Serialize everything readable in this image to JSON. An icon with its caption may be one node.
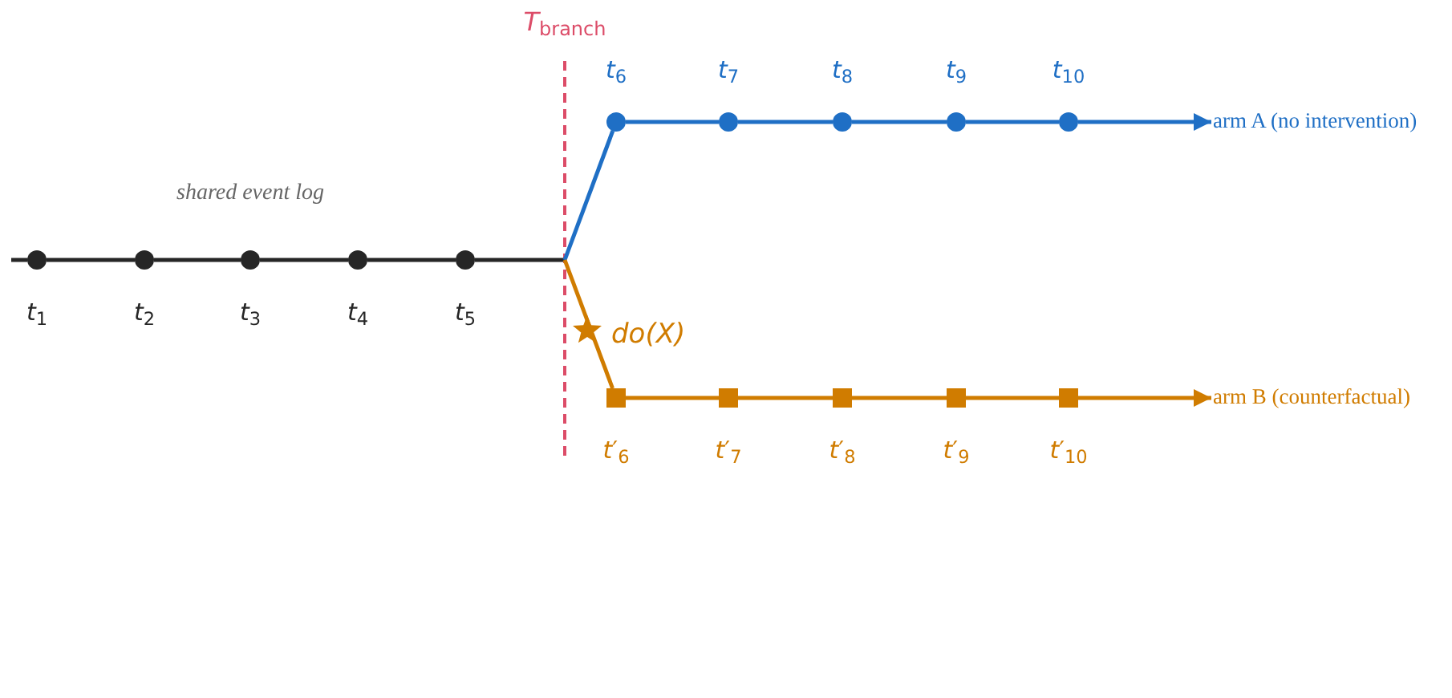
{
  "diagram": {
    "nodes": [
      {
        "text": [],
        "shape": "circle",
        "beside": [
          "*t*$_{1}$"
        ]
      },
      {
        "text": [],
        "shape": "circle",
        "beside": [
          "*t*$_{2}$"
        ]
      },
      {
        "text": [],
        "shape": "circle",
        "beside": [
          "*t*$_{3}$"
        ]
      },
      {
        "text": [],
        "shape": "circle",
        "beside": [
          "*t*$_{4}$"
        ]
      },
      {
        "text": [],
        "shape": "circle",
        "beside": [
          "*t*$_{5}$"
        ]
      },
      {
        "text": [],
        "shape": "circle",
        "beside": [
          "*t*$_{6}$"
        ]
      },
      {
        "text": [],
        "shape": "circle",
        "beside": [
          "*t*$_{7}$"
        ]
      },
      {
        "text": [],
        "shape": "circle",
        "beside": [
          "*t*$_{8}$"
        ]
      },
      {
        "text": [],
        "shape": "circle",
        "beside": [
          "*t*$_{9}$"
        ]
      },
      {
        "text": [],
        "shape": "circle",
        "beside": [
          "*t*$_{10}$"
        ]
      },
      {
        "text": [
          "arm A (no intervention)"
        ]
      },
      {
        "text": [],
        "shape": "box",
        "beside": [
          "*t*′$_{6}$"
        ]
      },
      {
        "text": [],
        "shape": "box",
        "beside": [
          "*t*′$_{7}$"
        ]
      },
      {
        "text": [],
        "shape": "box",
        "beside": [
          "*t*′$_{8}$"
        ]
      },
      {
        "text": [],
        "shape": "box",
        "beside": [
          "*t*′$_{9}$"
        ]
      },
      {
        "text": [],
        "shape": "box",
        "beside": [
          "*t*′$_{10}$"
        ]
      },
      {
        "text": [
          "arm B (counterfactual)"
        ]
      }
    ],
    "edges": [
      {
        "from": null,
        "to": 0,
        "arrow": "none",
        "color": "#262626"
      },
      {
        "from": 0,
        "to": 1,
        "arrow": "none",
        "color": "#262626"
      },
      {
        "from": 1,
        "to": 2,
        "arrow": "none",
        "color": "#262626"
      },
      {
        "from": 2,
        "to": 3,
        "arrow": "none",
        "color": "#262626"
      },
      {
        "from": 3,
        "to": 4,
        "arrow": "none",
        "color": "#262626"
      },
      {
        "from": 4,
        "to": 5,
        "arrow": "none",
        "color": "#1f6fc5"
      },
      {
        "from": 4,
        "to": 11,
        "arrow": "none",
        "color": "#d07c00",
        "label": "do(X)"
      },
      {
        "from": 5,
        "to": 6,
        "arrow": "none",
        "color": "#1f6fc5"
      },
      {
        "from": 6,
        "to": 7,
        "arrow": "none",
        "color": "#1f6fc5"
      },
      {
        "from": 7,
        "to": 8,
        "arrow": "none",
        "color": "#1f6fc5"
      },
      {
        "from": 8,
        "to": 9,
        "arrow": "none",
        "color": "#1f6fc5"
      },
      {
        "from": 9,
        "to": 10,
        "arrow": "to",
        "color": "#1f6fc5"
      },
      {
        "from": 11,
        "to": 12,
        "arrow": "none",
        "color": "#d07c00"
      },
      {
        "from": 12,
        "to": 13,
        "arrow": "none",
        "color": "#d07c00"
      },
      {
        "from": 13,
        "to": 14,
        "arrow": "none",
        "color": "#d07c00"
      },
      {
        "from": 14,
        "to": 15,
        "arrow": "none",
        "color": "#d07c00"
      },
      {
        "from": 15,
        "to": 16,
        "arrow": "to",
        "color": "#d07c00"
      }
    ],
    "labels": [
      "*T*$_{branch}$",
      "shared event log"
    ]
  }
}
